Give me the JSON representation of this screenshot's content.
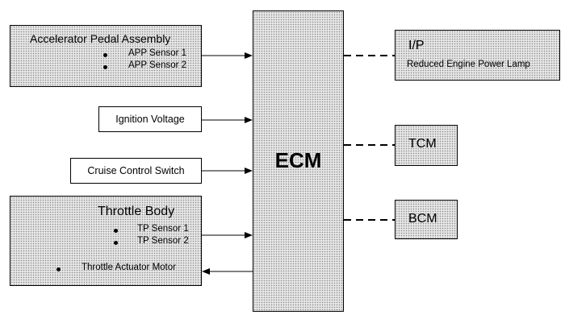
{
  "accelerator": {
    "title": "Accelerator Pedal Assembly",
    "sensor1": "APP Sensor 1",
    "sensor2": "APP Sensor 2"
  },
  "ignition": {
    "label": "Ignition Voltage"
  },
  "cruise": {
    "label": "Cruise Control Switch"
  },
  "throttle": {
    "title": "Throttle Body",
    "sensor1": "TP Sensor 1",
    "sensor2": "TP Sensor 2",
    "motor": "Throttle Actuator Motor"
  },
  "ecm": {
    "label": "ECM"
  },
  "ip": {
    "title": "I/P",
    "lamp": "Reduced Engine Power Lamp"
  },
  "tcm": {
    "label": "TCM"
  },
  "bcm": {
    "label": "BCM"
  }
}
